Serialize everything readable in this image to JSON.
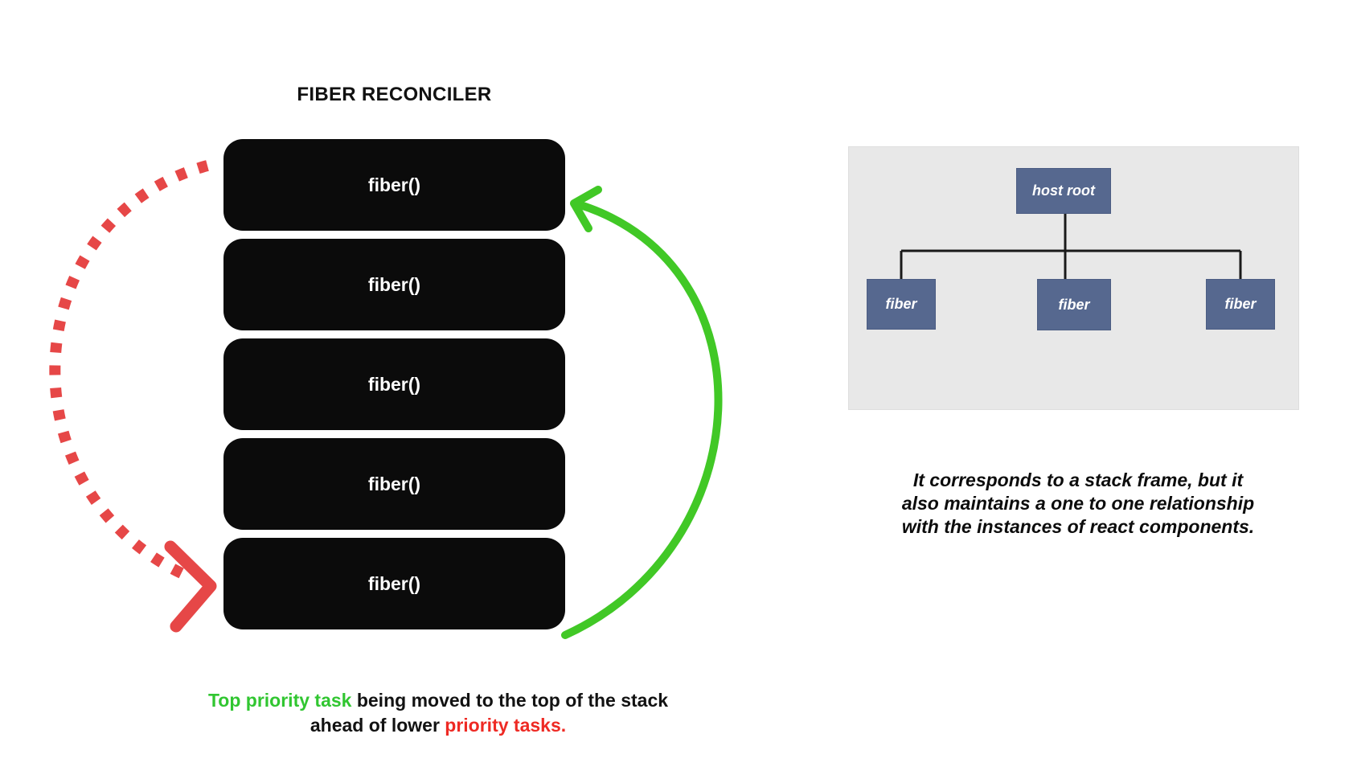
{
  "colors": {
    "background": "#ffffff",
    "stack_box_black": "#0b0b0b",
    "stack_text_white": "#ffffff",
    "arrow_red": "#e64747",
    "arrow_green": "#41c826",
    "caption_green": "#31c631",
    "caption_red": "#ee2a24",
    "caption_black": "#121212",
    "tree_panel_gray": "#e8e8e8",
    "tree_node_blue": "#56688f",
    "tree_line_black": "#1a1a1a"
  },
  "icons": {
    "red_dashed_arrow": "curved-dashed-arrow-to-bottom-frame",
    "green_solid_arrow": "curved-arrow-to-top-frame"
  },
  "left_diagram": {
    "title": "FIBER RECONCILER",
    "stack_boxes": [
      "fiber()",
      "fiber()",
      "fiber()",
      "fiber()",
      "fiber()"
    ],
    "caption": {
      "green_text": "Top priority task",
      "middle_text": "being moved to the top of the stack ahead of lower",
      "red_text": "priority tasks."
    }
  },
  "right_panel": {
    "tree": {
      "root": "host root",
      "children": [
        "fiber",
        "fiber",
        "fiber"
      ]
    },
    "caption_lines": [
      "It corresponds to a stack frame, but it",
      "also maintains a one to one relationship",
      "with the instances of react components."
    ]
  }
}
